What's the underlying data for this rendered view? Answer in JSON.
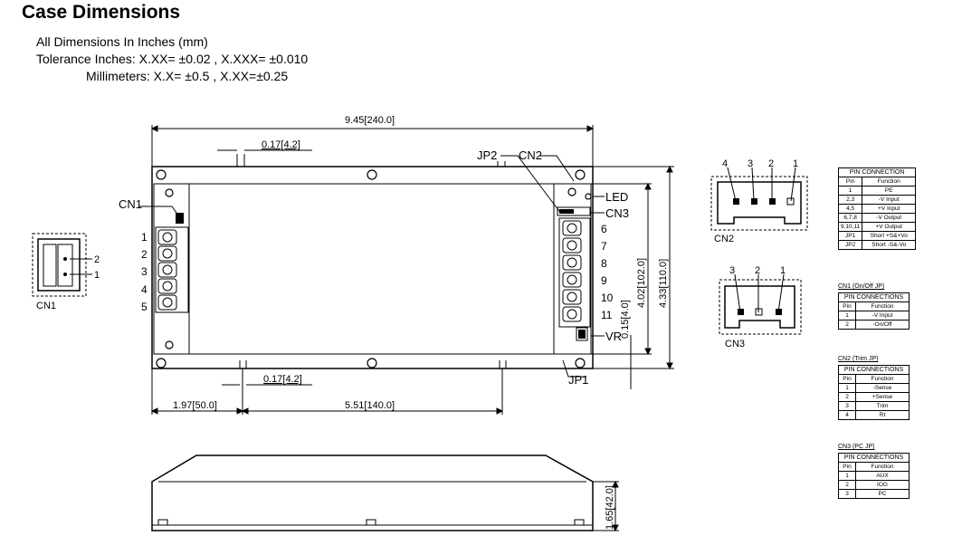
{
  "title": "Case Dimensions",
  "specs": [
    "All Dimensions In Inches (mm)",
    "Tolerance  Inches: X.XX= ±0.02 , X.XXX= ±0.010",
    "Millimeters: X.X= ±0.5 , X.XX=±0.25"
  ],
  "dims": {
    "overall_length": "9.45[240.0]",
    "slot_top": "0.17[4.2]",
    "slot_bottom": "0.17[4.2]",
    "left_offset": "1.97[50.0]",
    "hole_spacing": "5.51[140.0]",
    "inner_height": "4.02[102.0]",
    "overall_height": "4.33[110.0]",
    "edge_offset": "0.15[4.0]",
    "case_height": "1.65[42.0]"
  },
  "labels": {
    "cn1": "CN1",
    "cn2": "CN2",
    "cn3": "CN3",
    "jp1": "JP1",
    "jp2": "JP2",
    "led": "LED",
    "vr": "VR"
  },
  "terminals_left": [
    "1",
    "2",
    "3",
    "4",
    "5"
  ],
  "terminals_right": [
    "6",
    "7",
    "8",
    "9",
    "10",
    "11"
  ],
  "cn1_detail": {
    "label": "CN1",
    "pins": [
      "2",
      "1"
    ]
  },
  "cn2_detail": {
    "label": "CN2",
    "pins": [
      "4",
      "3",
      "2",
      "1"
    ]
  },
  "cn3_detail": {
    "label": "CN3",
    "pins": [
      "3",
      "2",
      "1"
    ]
  },
  "pin_table_main": {
    "header": "PIN CONNECTION",
    "columns": [
      "Pin",
      "Function"
    ],
    "rows": [
      [
        "1",
        "PE"
      ],
      [
        "2,3",
        "-V Input"
      ],
      [
        "4,5",
        "+V Input"
      ],
      [
        "6,7,8",
        "-V Output"
      ],
      [
        "9,10,11",
        "+V Output"
      ],
      [
        "JP1",
        "Short +S&+Vo"
      ],
      [
        "JP2",
        "Short -S&-Vo"
      ]
    ]
  },
  "pin_table_cn1": {
    "caption": "CN1 (On/Off JP)",
    "header": "PIN CONNECTIONS",
    "columns": [
      "Pin",
      "Function"
    ],
    "rows": [
      [
        "1",
        "-V Input"
      ],
      [
        "2",
        "-On/Off"
      ]
    ]
  },
  "pin_table_cn2": {
    "caption": "CN2 (Trim JP)",
    "header": "PIN CONNECTIONS",
    "columns": [
      "Pin",
      "Function"
    ],
    "rows": [
      [
        "1",
        "-Sense"
      ],
      [
        "2",
        "+Sense"
      ],
      [
        "3",
        "Trim"
      ],
      [
        "4",
        "Rt"
      ]
    ]
  },
  "pin_table_cn3": {
    "caption": "CN3 (PC JP)",
    "header": "PIN CONNECTIONS",
    "columns": [
      "Pin",
      "Function"
    ],
    "rows": [
      [
        "1",
        "AUX"
      ],
      [
        "2",
        "IOG"
      ],
      [
        "3",
        "PC"
      ]
    ]
  }
}
